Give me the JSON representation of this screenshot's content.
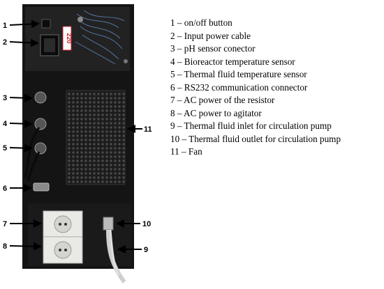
{
  "device": {
    "voltage_label": "220"
  },
  "callouts": [
    "1",
    "2",
    "3",
    "4",
    "5",
    "6",
    "7",
    "8",
    "9",
    "10",
    "11"
  ],
  "legend": [
    "1 – on/off button",
    "2 – Input power cable",
    "3 – pH sensor conector",
    "4 – Bioreactor  temperature sensor",
    "5 – Thermal fluid temperature sensor",
    "6 – RS232 communication connector",
    "7 – AC power of the resistor",
    "8 – AC power to agitator",
    "9 – Thermal fluid inlet for circulation pump",
    "10 – Thermal fluid outlet for circulation pump",
    "11 – Fan"
  ],
  "colors": {
    "case": "#141414",
    "panel": "#1f1f1f",
    "socket": "#e9e9e6",
    "voltage_sticker": "#c8202a"
  }
}
